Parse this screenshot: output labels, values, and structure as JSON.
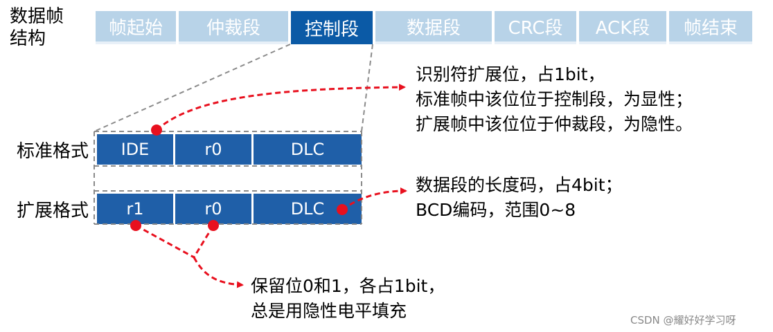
{
  "frame_label": {
    "line1": "数据帧",
    "line2": "结构"
  },
  "frame_segments": [
    "帧起始",
    "仲裁段",
    "控制段",
    "数据段",
    "CRC段",
    "ACK段",
    "帧结束"
  ],
  "active_segment": "控制段",
  "standard_format": {
    "label": "标准格式",
    "fields": [
      "IDE",
      "r0",
      "DLC"
    ]
  },
  "extended_format": {
    "label": "扩展格式",
    "fields": [
      "r1",
      "r0",
      "DLC"
    ]
  },
  "notes": {
    "ide": [
      "识别符扩展位，占1bit，",
      "标准帧中该位位于控制段，为显性；",
      "扩展帧中该位位于仲裁段，为隐性。"
    ],
    "dlc": [
      "数据段的长度码，占4bit；",
      "BCD编码，范围0~8"
    ],
    "reserved": [
      "保留位0和1，各占1bit，",
      "总是用隐性电平填充"
    ]
  },
  "watermark": "CSDN @耀好好学习呀",
  "colors": {
    "active": "#0b5aa6",
    "inactive": "#b8d3e8",
    "cell": "#1f5fa8",
    "arrow": "#e8101e",
    "dash": "#8a8a8a"
  }
}
